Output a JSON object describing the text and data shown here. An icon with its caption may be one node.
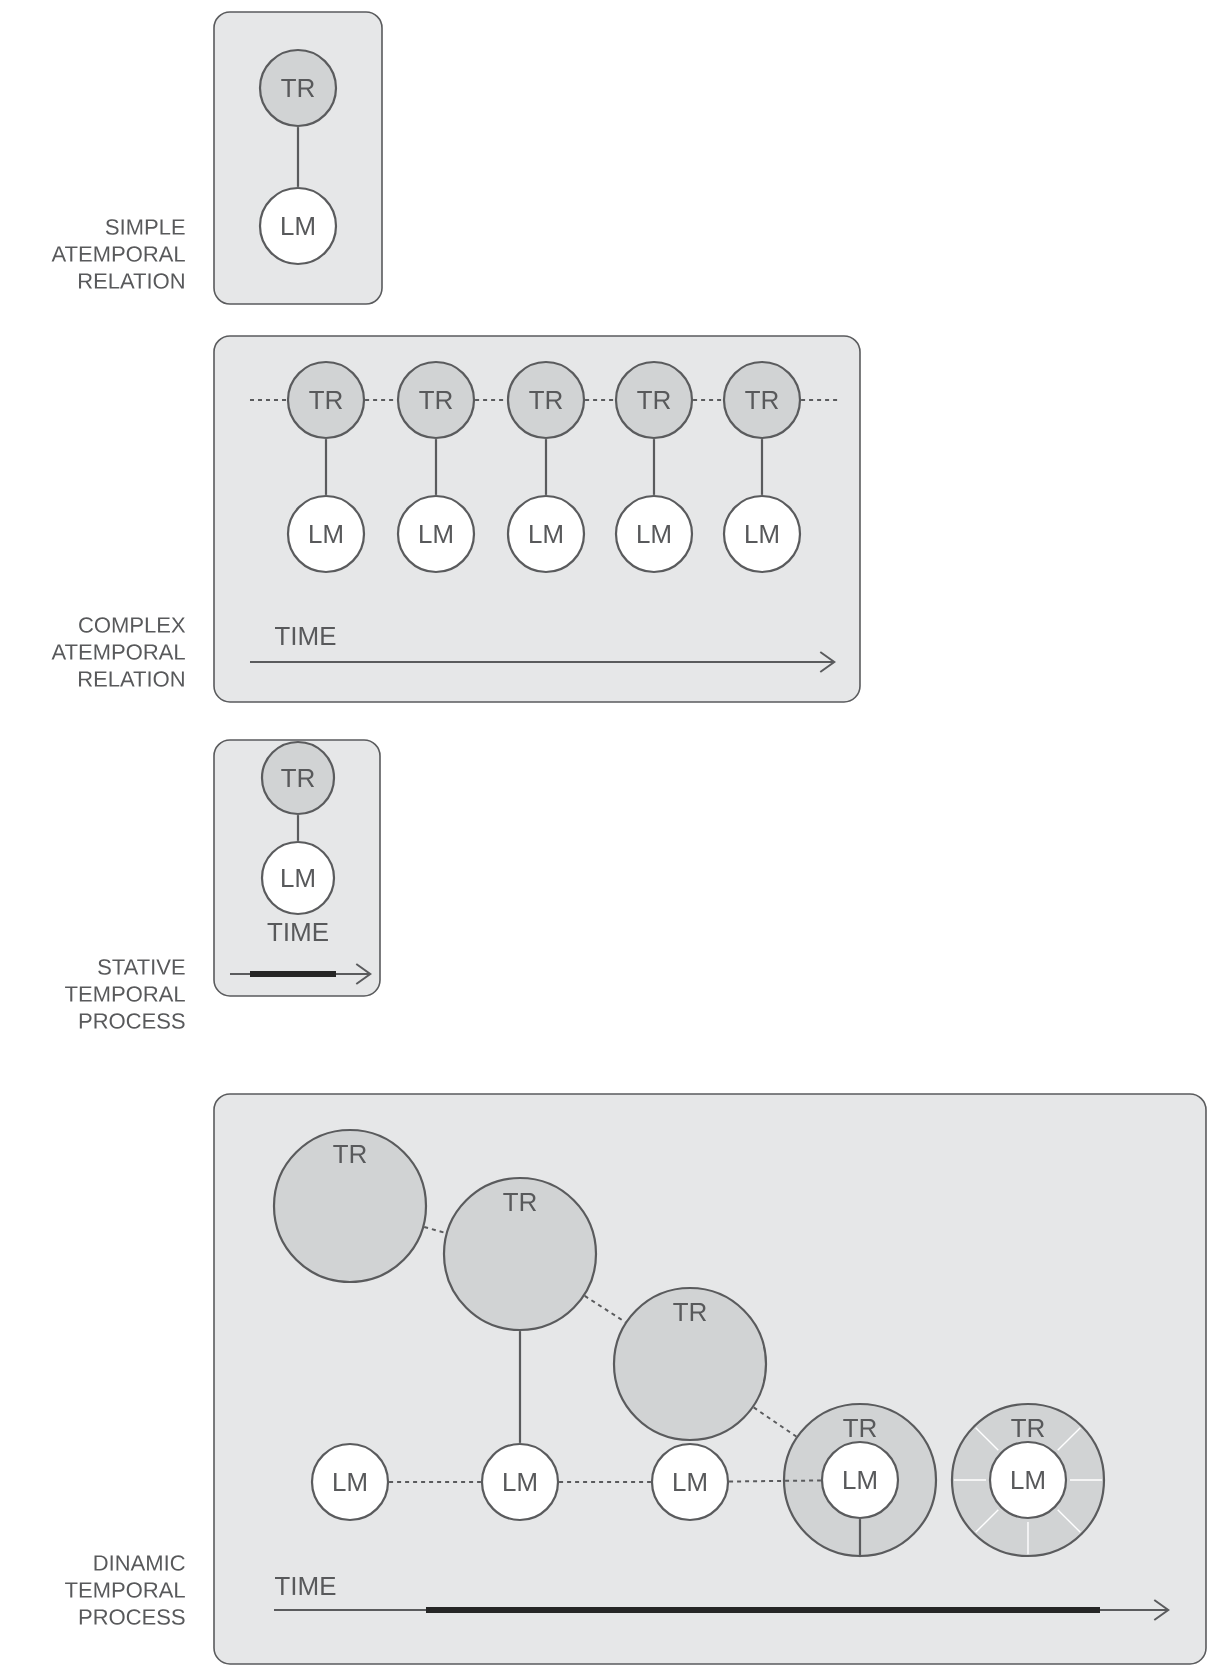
{
  "diagram": {
    "nodes": [
      {
        "text": [],
        "shape": "box",
        "beside": [
          "SIMPLE ATEMPORAL RELATION"
        ]
      },
      {
        "text": [
          "TR"
        ],
        "in": 0
      },
      {
        "text": [
          "LM"
        ],
        "in": 0
      },
      {
        "text": [],
        "shape": "box",
        "beside": [
          "COMPLEX ATEMPORAL RELATION"
        ]
      },
      {
        "text": [
          "TR"
        ],
        "in": 3
      },
      {
        "text": [
          "TR"
        ],
        "in": 3
      },
      {
        "text": [
          "TR"
        ],
        "in": 3
      },
      {
        "text": [
          "TR"
        ],
        "in": 3
      },
      {
        "text": [
          "TR"
        ],
        "in": 3
      },
      {
        "text": [
          "LM"
        ],
        "in": 3
      },
      {
        "text": [
          "LM"
        ],
        "in": 3
      },
      {
        "text": [
          "LM"
        ],
        "in": 3
      },
      {
        "text": [
          "LM"
        ],
        "in": 3
      },
      {
        "text": [
          "LM"
        ],
        "in": 3
      },
      {
        "text": [],
        "shape": "box",
        "beside": [
          "STATIVE TEMPORAL PROCESS"
        ]
      },
      {
        "text": [
          "TR"
        ],
        "in": 14
      },
      {
        "text": [
          "LM"
        ],
        "in": 14
      },
      {
        "text": [],
        "shape": "box",
        "beside": [
          "DINAMIC TEMPORAL PROCESS"
        ]
      },
      {
        "text": [
          "TR"
        ],
        "in": 17
      },
      {
        "text": [
          "TR"
        ],
        "in": 17
      },
      {
        "text": [
          "TR"
        ],
        "in": 17
      },
      {
        "text": [
          "TR"
        ],
        "in": 17
      },
      {
        "text": [
          "TR"
        ],
        "in": 17
      },
      {
        "text": [
          "LM"
        ],
        "in": 17
      },
      {
        "text": [
          "LM"
        ],
        "in": 17
      },
      {
        "text": [
          "LM"
        ],
        "in": 17
      },
      {
        "text": [
          "LM"
        ],
        "in": 21
      },
      {
        "text": [
          "LM"
        ],
        "in": 22
      }
    ],
    "edges": [
      {
        "from": 1,
        "to": 2,
        "arrow": "none"
      },
      {
        "from": null,
        "to": 4,
        "arrow": "none",
        "style": "dashed"
      },
      {
        "from": 4,
        "to": 5,
        "arrow": "none",
        "style": "dashed"
      },
      {
        "from": 5,
        "to": 6,
        "arrow": "none",
        "style": "dashed"
      },
      {
        "from": 6,
        "to": 7,
        "arrow": "none",
        "style": "dashed"
      },
      {
        "from": 7,
        "to": 8,
        "arrow": "none",
        "style": "dashed"
      },
      {
        "from": 8,
        "to": null,
        "arrow": "none",
        "style": "dashed"
      },
      {
        "from": 4,
        "to": 9,
        "arrow": "none"
      },
      {
        "from": 5,
        "to": 10,
        "arrow": "none"
      },
      {
        "from": 6,
        "to": 11,
        "arrow": "none"
      },
      {
        "from": 7,
        "to": 12,
        "arrow": "none"
      },
      {
        "from": 8,
        "to": 13,
        "arrow": "none"
      },
      {
        "from": 15,
        "to": 16,
        "arrow": "none"
      },
      {
        "from": 18,
        "to": 19,
        "arrow": "none",
        "style": "dashed"
      },
      {
        "from": 19,
        "to": 20,
        "arrow": "none",
        "style": "dashed"
      },
      {
        "from": 20,
        "to": 21,
        "arrow": "none",
        "style": "dashed"
      },
      {
        "from": 19,
        "to": 24,
        "arrow": "none"
      },
      {
        "from": 23,
        "to": 24,
        "arrow": "none",
        "style": "dashed"
      },
      {
        "from": 24,
        "to": 25,
        "arrow": "none",
        "style": "dashed"
      },
      {
        "from": 25,
        "to": 26,
        "arrow": "none",
        "style": "dashed"
      },
      {
        "from": 26,
        "to": 21,
        "arrow": "none"
      }
    ],
    "labels": [
      "TIME",
      "TIME",
      "TIME"
    ]
  }
}
